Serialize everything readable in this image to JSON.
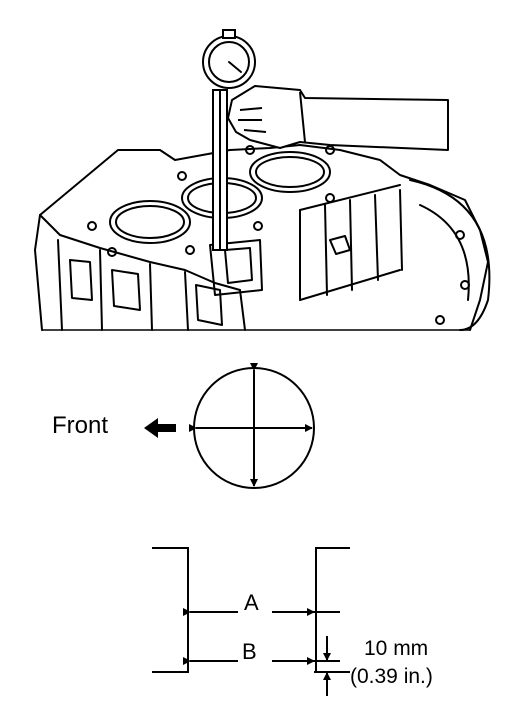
{
  "orientation_label": "Front",
  "labels": {
    "a": "A",
    "b": "B",
    "offset_mm": "10 mm",
    "offset_in": "(0.39 in.)"
  },
  "colors": {
    "ink": "#000000",
    "paper": "#ffffff"
  }
}
